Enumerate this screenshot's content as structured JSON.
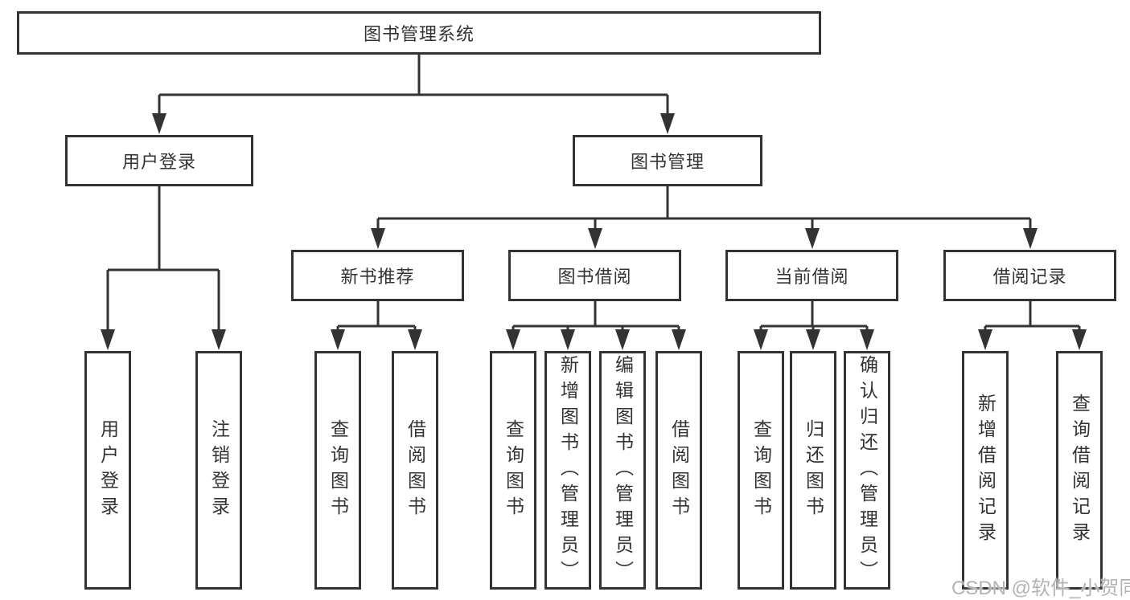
{
  "tree": {
    "root": {
      "label": "图书管理系统",
      "children": [
        {
          "label": "用户登录",
          "children": [
            {
              "label": "用户登录"
            },
            {
              "label": "注销登录"
            }
          ]
        },
        {
          "label": "图书管理",
          "children": [
            {
              "label": "新书推荐",
              "children": [
                {
                  "label": "查询图书"
                },
                {
                  "label": "借阅图书"
                }
              ]
            },
            {
              "label": "图书借阅",
              "children": [
                {
                  "label": "查询图书"
                },
                {
                  "label": "新增图书（管理员）"
                },
                {
                  "label": "编辑图书（管理员）"
                },
                {
                  "label": "借阅图书"
                }
              ]
            },
            {
              "label": "当前借阅",
              "children": [
                {
                  "label": "查询图书"
                },
                {
                  "label": "归还图书"
                },
                {
                  "label": "确认归还（管理员）"
                }
              ]
            },
            {
              "label": "借阅记录",
              "children": [
                {
                  "label": "新增借阅记录"
                },
                {
                  "label": "查询借阅记录"
                }
              ]
            }
          ]
        }
      ]
    }
  },
  "watermark": {
    "text": "CSDN @软件_小贺同学"
  },
  "colors": {
    "line": "#333333",
    "text": "#333333",
    "box_background": "#ffffff",
    "page_background": "#ffffff",
    "watermark": "#b3b3b3"
  }
}
